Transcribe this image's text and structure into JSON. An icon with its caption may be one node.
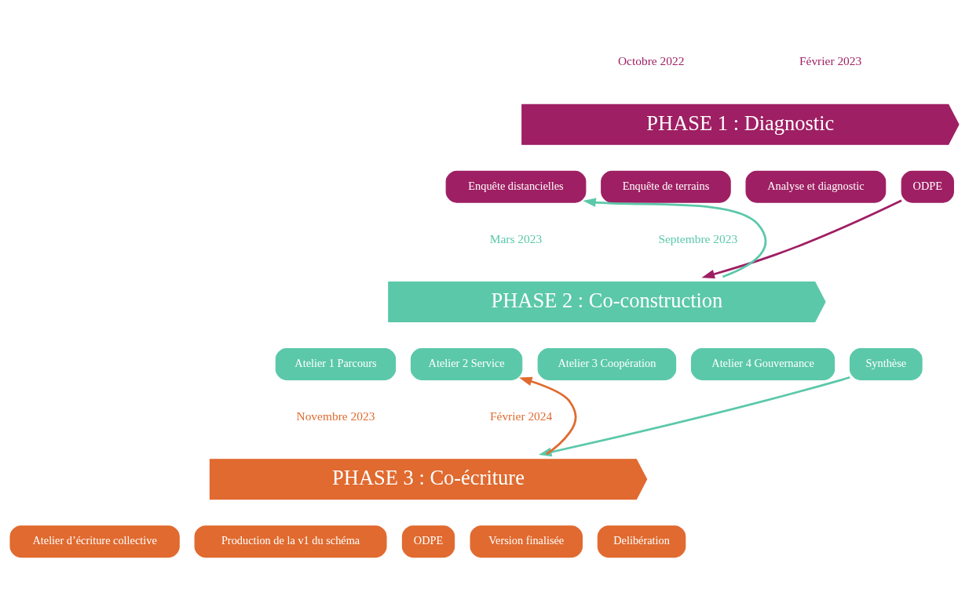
{
  "diagram": {
    "nodes": [
      {
        "text": [
          "PHASE 1 : Diagnostic"
        ]
      },
      {
        "text": [
          "Enquête distancielles"
        ]
      },
      {
        "text": [
          "Enquête de terrains"
        ]
      },
      {
        "text": [
          "Analyse et diagnostic"
        ]
      },
      {
        "text": [
          "ODPE"
        ]
      },
      {
        "text": [
          "PHASE 2 : Co-construction"
        ]
      },
      {
        "text": [
          "Atelier 1 Parcours"
        ]
      },
      {
        "text": [
          "Atelier 2 Service"
        ]
      },
      {
        "text": [
          "Atelier 3 Coopération"
        ]
      },
      {
        "text": [
          "Atelier 4 Gouvernance"
        ]
      },
      {
        "text": [
          "Synthèse"
        ]
      },
      {
        "text": [
          "PHASE 3 : Co-écriture"
        ]
      },
      {
        "text": [
          "Atelier d’écriture collective"
        ]
      },
      {
        "text": [
          "Production de la v1 du schéma"
        ]
      },
      {
        "text": [
          "ODPE"
        ]
      },
      {
        "text": [
          "Version finalisée"
        ]
      },
      {
        "text": [
          "Delibération"
        ]
      }
    ],
    "edges": [
      {
        "from": 4,
        "to": 5,
        "arrow": "to",
        "color": "#9e1f63"
      },
      {
        "from": 5,
        "to": 1,
        "arrow": "to",
        "color": "#5bc8a9"
      },
      {
        "from": 10,
        "to": 11,
        "arrow": "to",
        "color": "#5bc8a9"
      },
      {
        "from": 11,
        "to": 7,
        "arrow": "to",
        "color": "#e06a2f"
      }
    ],
    "labels": [
      "Octobre 2022",
      "Février 2023",
      "Mars 2023",
      "Septembre 2023",
      "Novembre 2023",
      "Février 2024"
    ]
  }
}
